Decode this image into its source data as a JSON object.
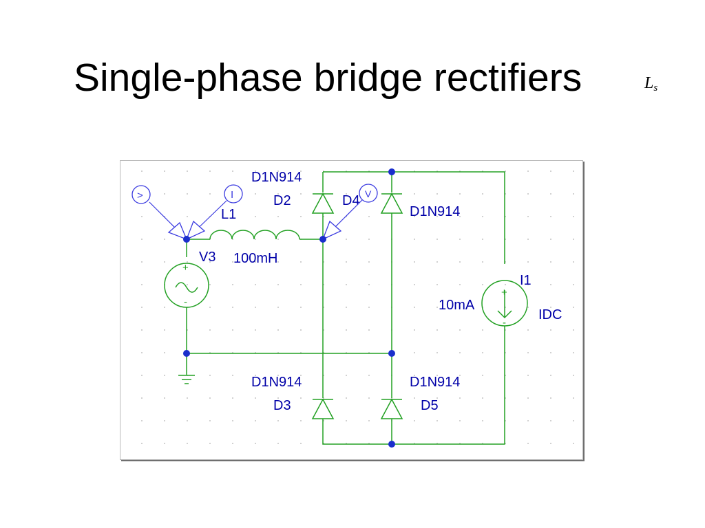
{
  "slide": {
    "title": "Single-phase bridge rectifiers",
    "math_symbol": {
      "base": "L",
      "subscript": "s"
    }
  },
  "schematic": {
    "colors": {
      "wire": "#22a022",
      "junction": "#1a2ecc",
      "label": "#0000a8",
      "probe": "#3a3ae0",
      "grid_dot": "#b0b0b0"
    },
    "components": {
      "d2": {
        "model": "D1N914",
        "ref": "D2"
      },
      "d4": {
        "ref": "D4",
        "model": "D1N914"
      },
      "d3": {
        "model": "D1N914",
        "ref": "D3"
      },
      "d5": {
        "model": "D1N914",
        "ref": "D5"
      },
      "l1": {
        "ref": "L1",
        "value": "100mH"
      },
      "v3": {
        "ref": "V3"
      },
      "i1": {
        "ref": "I1",
        "value": "10mA",
        "type": "IDC"
      }
    },
    "probes": {
      "voltage_diff": {
        "icon": "voltage-probe-icon",
        "glyph": ">"
      },
      "current": {
        "icon": "current-probe-icon",
        "glyph": "I"
      },
      "voltage": {
        "icon": "voltage-probe-icon",
        "glyph": "V"
      }
    },
    "source_symbols": {
      "plus": "+",
      "minus": "-"
    }
  }
}
